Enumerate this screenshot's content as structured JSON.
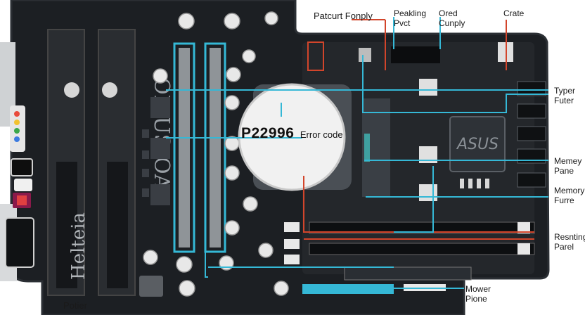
{
  "error_display": {
    "code": "P22996",
    "description": "Error code"
  },
  "labels": {
    "patcurt": "Patcurt Fonply",
    "peakling_line1": "Peakling",
    "peakling_line2": "Pvct",
    "ored_line1": "Ored",
    "ored_line2": "Cunply",
    "crate": "Crate",
    "typer_line1": "Typer",
    "typer_line2": "Futer",
    "memey_line1": "Memey",
    "memey_line2": "Pane",
    "memory_line1": "Memory",
    "memory_line2": "Furre",
    "resnting_line1": "Resnting",
    "resnting_line2": "Parel",
    "mower_line1": "Mower",
    "mower_line2": "Pione",
    "potier": "Potier"
  },
  "board_text": {
    "vertical_main": "OMUSIOA",
    "vertical_bottom": "Helteia",
    "chip_mark": "ASUS"
  },
  "colors": {
    "pcb": "#1c1f23",
    "pcb_edge": "#2b2f34",
    "trace_cyan": "#35b8d6",
    "trace_red": "#d2452b",
    "slot_grey": "#8f9498",
    "heatsink": "#4a4f55",
    "fan_face": "#f1f1f1"
  },
  "icons": [
    "fan-icon",
    "ram-slot-icon",
    "capacitor-icon",
    "chip-icon",
    "port-icon"
  ]
}
